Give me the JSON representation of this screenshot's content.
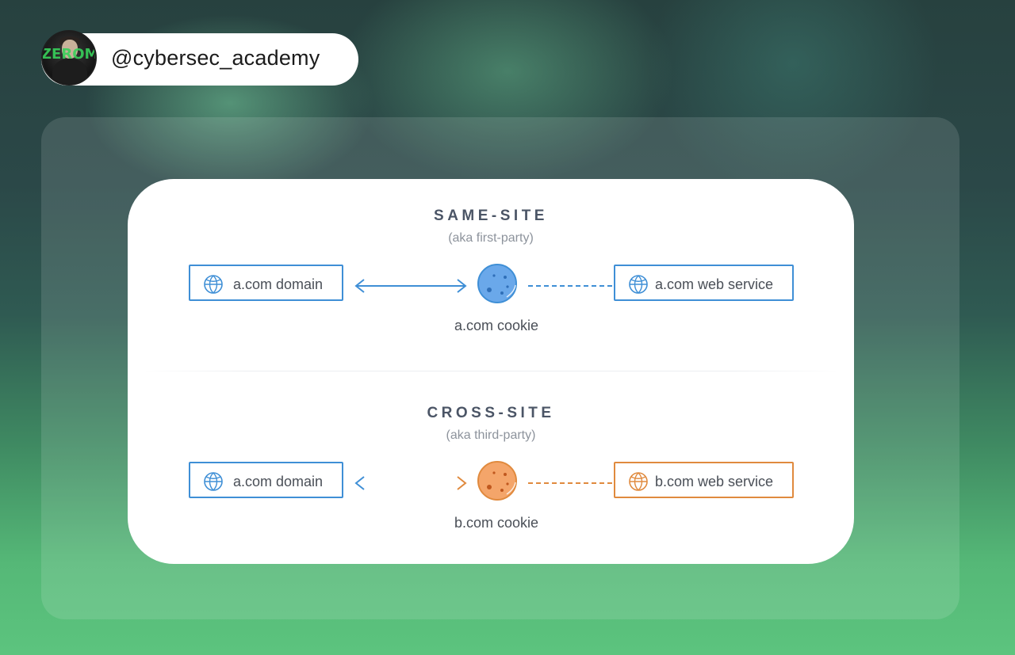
{
  "profile": {
    "handle": "@cybersec_academy",
    "avatar_logo_text": "ZEROMAY"
  },
  "diagram": {
    "same_site": {
      "title": "SAME-SITE",
      "subtitle": "(aka first-party)",
      "left_box": "a.com domain",
      "right_box": "a.com web service",
      "cookie_label": "a.com cookie",
      "color": "#3f8fd6",
      "cookie_color": "#6aa8ea"
    },
    "cross_site": {
      "title": "CROSS-SITE",
      "subtitle": "(aka third-party)",
      "left_box": "a.com domain",
      "right_box": "b.com web service",
      "cookie_label": "b.com cookie",
      "color": "#e08a3e",
      "cookie_color": "#f4a56a"
    }
  },
  "icons": [
    "globe-icon",
    "cookie-icon",
    "double-arrow-icon",
    "dashed-connector-icon"
  ]
}
